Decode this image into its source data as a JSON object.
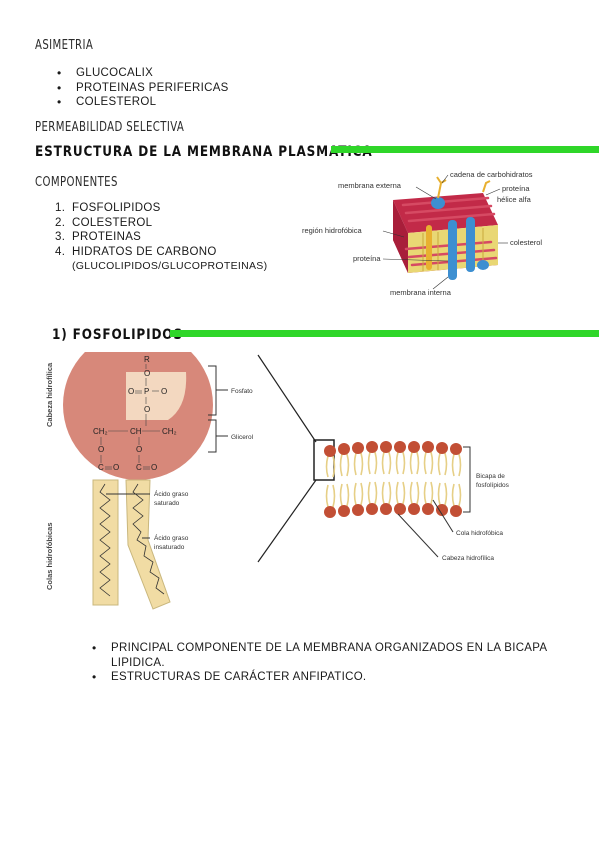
{
  "sections": {
    "asimetria": {
      "title": "ASIMETRIA",
      "items": [
        "GLUCOCALIX",
        "PROTEINAS PERIFERICAS",
        "COLESTEROL"
      ]
    },
    "permeabilidad": {
      "title": "PERMEABILIDAD SELECTIVA"
    },
    "estructura": {
      "title": "ESTRUCTURA DE LA MEMBRANA PLASMATICA"
    },
    "componentes": {
      "title": "COMPONENTES",
      "items": [
        {
          "num": "1.",
          "text": "FOSFOLIPIDOS"
        },
        {
          "num": "2.",
          "text": "COLESTEROL"
        },
        {
          "num": "3.",
          "text": "PROTEINAS"
        },
        {
          "num": "4.",
          "text": "HIDRATOS DE CARBONO",
          "sub": "(GLUCOLIPIDOS/GLUCOPROTEINAS)"
        }
      ]
    },
    "fosfolipidos": {
      "title": "1) FOSFOLIPIDOS",
      "bullets": [
        "PRINCIPAL COMPONENTE DE LA MEMBRANA ORGANIZADOS EN LA BICAPA LIPIDICA.",
        "ESTRUCTURAS DE CARÁCTER ANFIPATICO."
      ]
    }
  },
  "membrane_figure": {
    "labels": {
      "carbohidratos": "cadena de carbohidratos",
      "externa": "membrana externa",
      "proteina_alfa_1": "proteína",
      "proteina_alfa_2": "hélice alfa",
      "hidrofobica": "región hidrofóbica",
      "colesterol": "colesterol",
      "proteina": "proteína",
      "interna": "membrana interna"
    }
  },
  "phospholipid_figure": {
    "labels": {
      "cabeza": "Cabeza hidrofílica",
      "colas": "Colas hidrofóbicas",
      "fosfato": "Fosfato",
      "glicerol": "Glicerol",
      "saturado_1": "Ácido graso",
      "saturado_2": "saturado",
      "insaturado_1": "Ácido graso",
      "insaturado_2": "insaturado",
      "bicapa_1": "Bicapa de",
      "bicapa_2": "fosfolípidos",
      "cola": "Cola hidrofóbica",
      "cabeza_h": "Cabeza hidrofílica"
    },
    "chem": {
      "r": "R",
      "o1": "O",
      "o2": "O",
      "p": "P",
      "o3": "O",
      "o4": "O",
      "ch2a": "CH₂",
      "ch": "CH",
      "ch2b": "CH₂",
      "o5": "O",
      "o6": "O",
      "c1": "C",
      "eq1": "O",
      "c2": "C",
      "eq2": "O"
    }
  },
  "colors": {
    "accent": "#2fd629",
    "membrane": "#c22a48",
    "protein": "#3d8fd1",
    "head": "#d7887a"
  }
}
